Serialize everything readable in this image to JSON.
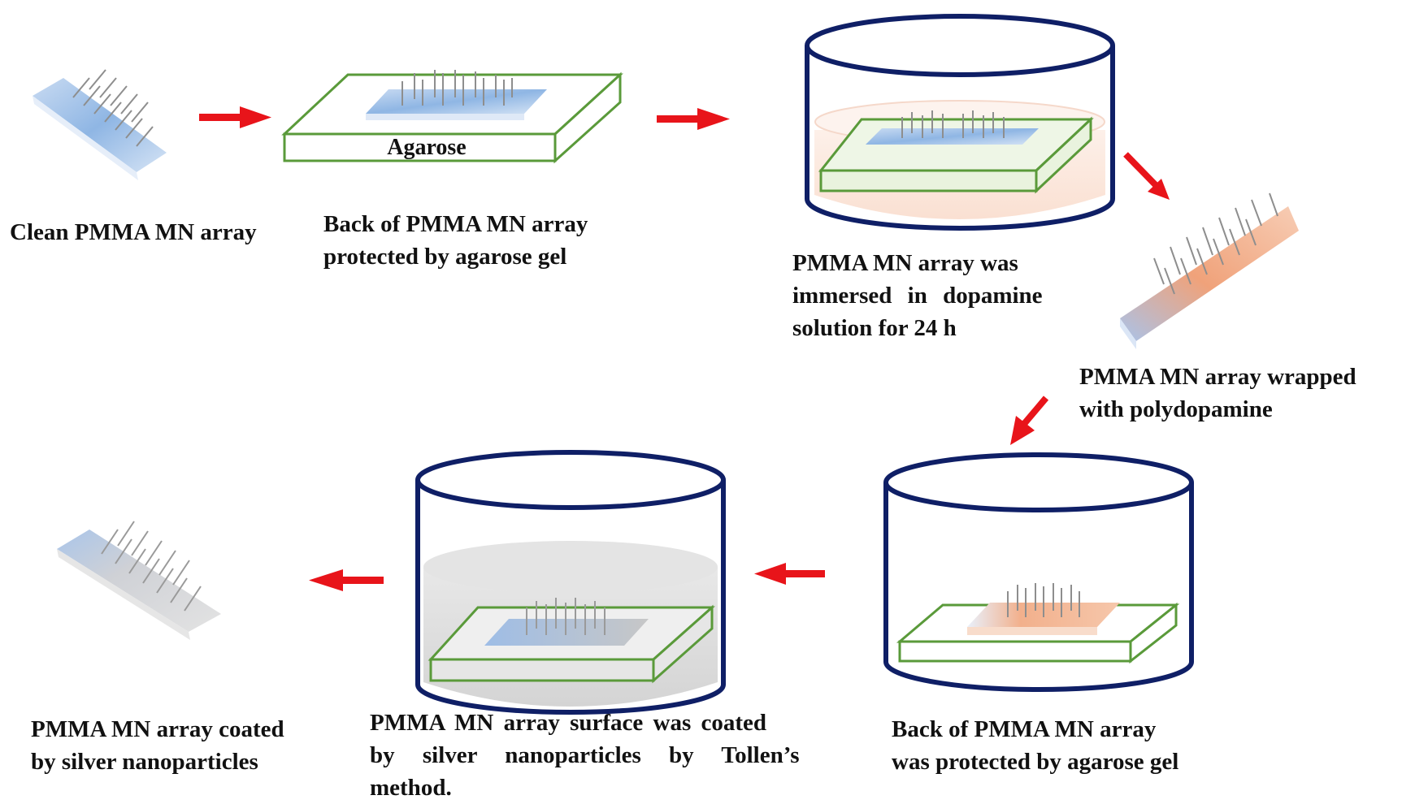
{
  "labels": {
    "agarose": "Agarose"
  },
  "captions": {
    "step1": [
      "Clean PMMA MN array"
    ],
    "step2": [
      "Back of PMMA MN array",
      "protected by agarose gel"
    ],
    "step3": [
      "PMMA MN array was",
      "immersed in dopamine",
      "solution for 24 h"
    ],
    "step4": [
      "PMMA MN array wrapped",
      "with polydopamine"
    ],
    "step5": [
      "Back of PMMA MN array",
      "was protected by agarose gel"
    ],
    "step6": [
      "PMMA MN array surface was coated",
      "by silver nanoparticles by Tollen’s",
      "method."
    ],
    "step7": [
      "PMMA MN array coated",
      "by silver nanoparticles"
    ]
  },
  "colors": {
    "arrow": "#e8141a",
    "gel_outline": "#5a9a3a",
    "beaker_outline": "#0f1f66",
    "array_blue": "#8fb6e4",
    "array_orange": "#f2aa84",
    "array_silver": "#c8c8c8",
    "dopamine_solution": "#fbe5da",
    "silver_solution": "#dcdcdc"
  },
  "icons": [
    "arrow-icon",
    "beaker-icon",
    "microneedle-array-icon",
    "agarose-gel-block-icon"
  ]
}
